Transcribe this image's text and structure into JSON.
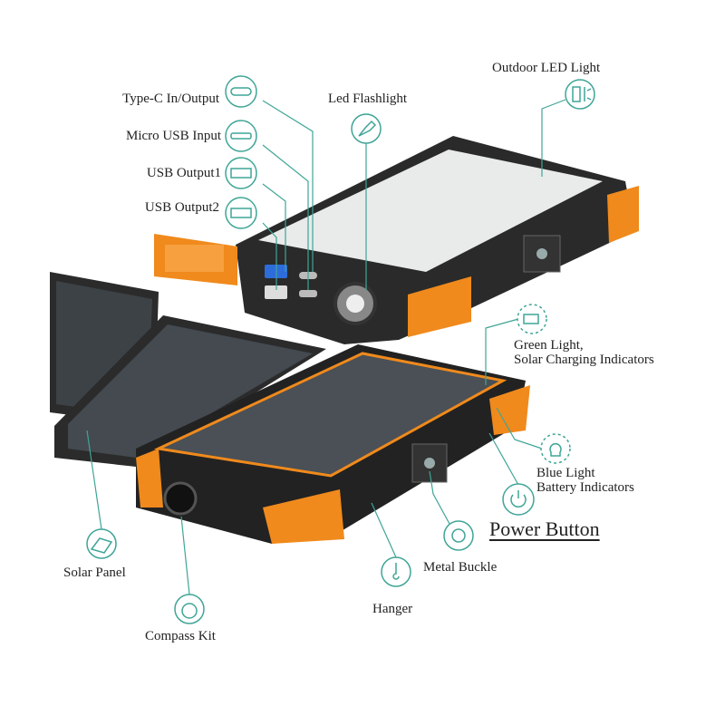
{
  "colors": {
    "accent": "#3fa597",
    "orange": "#f08a1c",
    "body": "#2a2a2a"
  },
  "labels": {
    "type_c": "Type-C In/Output",
    "micro_usb": "Micro USB Input",
    "usb1": "USB Output1",
    "usb2": "USB Output2",
    "flashlight": "Led Flashlight",
    "outdoor_led": "Outdoor LED Light",
    "green_light_1": "Green Light,",
    "green_light_2": "Solar Charging Indicators",
    "blue_light_1": "Blue Light",
    "blue_light_2": "Battery Indicators",
    "power_button": "Power Button",
    "metal_buckle": "Metal Buckle",
    "hanger": "Hanger",
    "compass": "Compass Kit",
    "solar_panel": "Solar Panel"
  },
  "icons": [
    "usb-c-icon",
    "micro-usb-icon",
    "usb-a-icon",
    "usb-a-icon",
    "flashlight-icon",
    "led-light-icon",
    "battery-icon",
    "bulb-icon",
    "power-icon",
    "buckle-icon",
    "hanger-icon",
    "compass-icon",
    "solar-panel-icon"
  ]
}
